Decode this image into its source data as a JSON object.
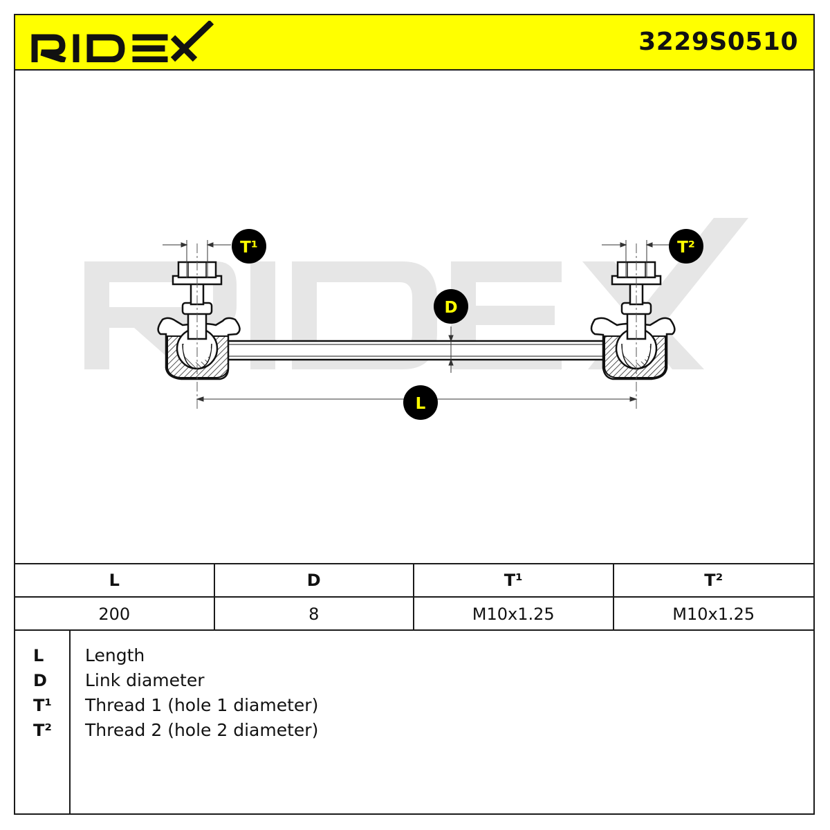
{
  "header": {
    "brand": "RIDEX",
    "part_number": "3229S0510",
    "background_color": "#ffff00"
  },
  "drawing": {
    "labels": {
      "t1": "T¹",
      "t2": "T²",
      "d": "D",
      "l": "L"
    },
    "watermark": "RIDEX"
  },
  "spec_table": {
    "headers": [
      "L",
      "D",
      "T¹",
      "T²"
    ],
    "values": [
      "200",
      "8",
      "M10x1.25",
      "M10x1.25"
    ]
  },
  "legend": [
    {
      "key": "L",
      "text": "Length"
    },
    {
      "key": "D",
      "text": "Link diameter"
    },
    {
      "key": "T¹",
      "text": "Thread 1 (hole 1 diameter)"
    },
    {
      "key": "T²",
      "text": "Thread 2 (hole 2 diameter)"
    }
  ]
}
